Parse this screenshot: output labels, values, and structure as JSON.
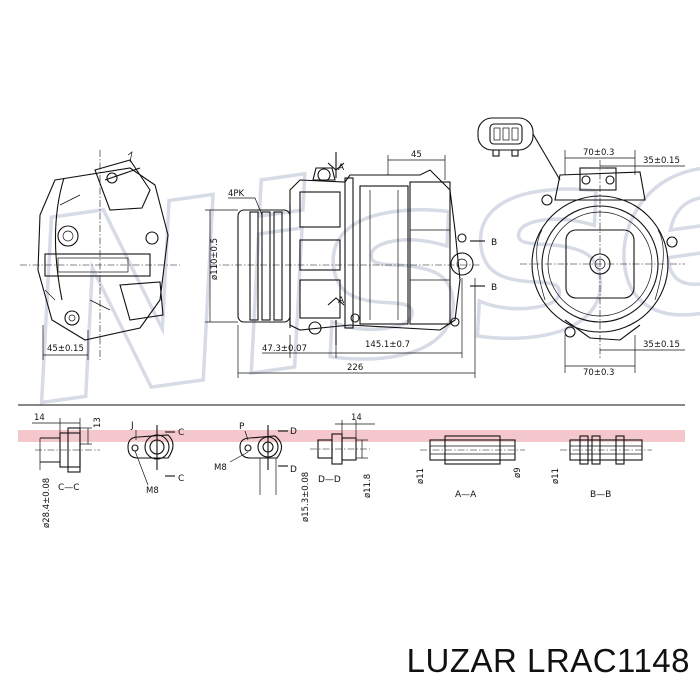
{
  "caption": "LUZAR LRAC1148",
  "watermark": "Nissens",
  "colors": {
    "band": "#f4c7cc",
    "watermark": "#d7dbe6",
    "ink": "#111111"
  },
  "dims": {
    "left_view_width": "45±0.15",
    "pulley_dia": "ø110±0.5",
    "pulley_type": "4PK",
    "top_dim": "45",
    "hub_offset": "47.3±0.07",
    "mount_span": "145.1±0.7",
    "overall_length": "226",
    "right_top_width": "70±0.3",
    "right_top_offset": "35±0.15",
    "right_bottom_offset": "35±0.15",
    "right_bottom_width": "70±0.3"
  },
  "section_marks": {
    "a": "A",
    "b": "B"
  },
  "details": {
    "d1_width": "14",
    "d1_height": "13",
    "d1_dia": "ø28.4±0.08",
    "d1_section": "C—C",
    "d2_label": "J",
    "d2_mark": "C",
    "d2_thread": "M8",
    "d3_label": "P",
    "d3_mark": "D",
    "d3_thread": "M8",
    "d3_dia": "ø15.3±0.08",
    "d4_width": "14",
    "d4_height": "ø11.8",
    "d4_section": "D—D",
    "d5_left": "ø11",
    "d5_right": "ø9",
    "d5_section": "A—A",
    "d6_left": "ø11",
    "d6_section": "B—B"
  }
}
